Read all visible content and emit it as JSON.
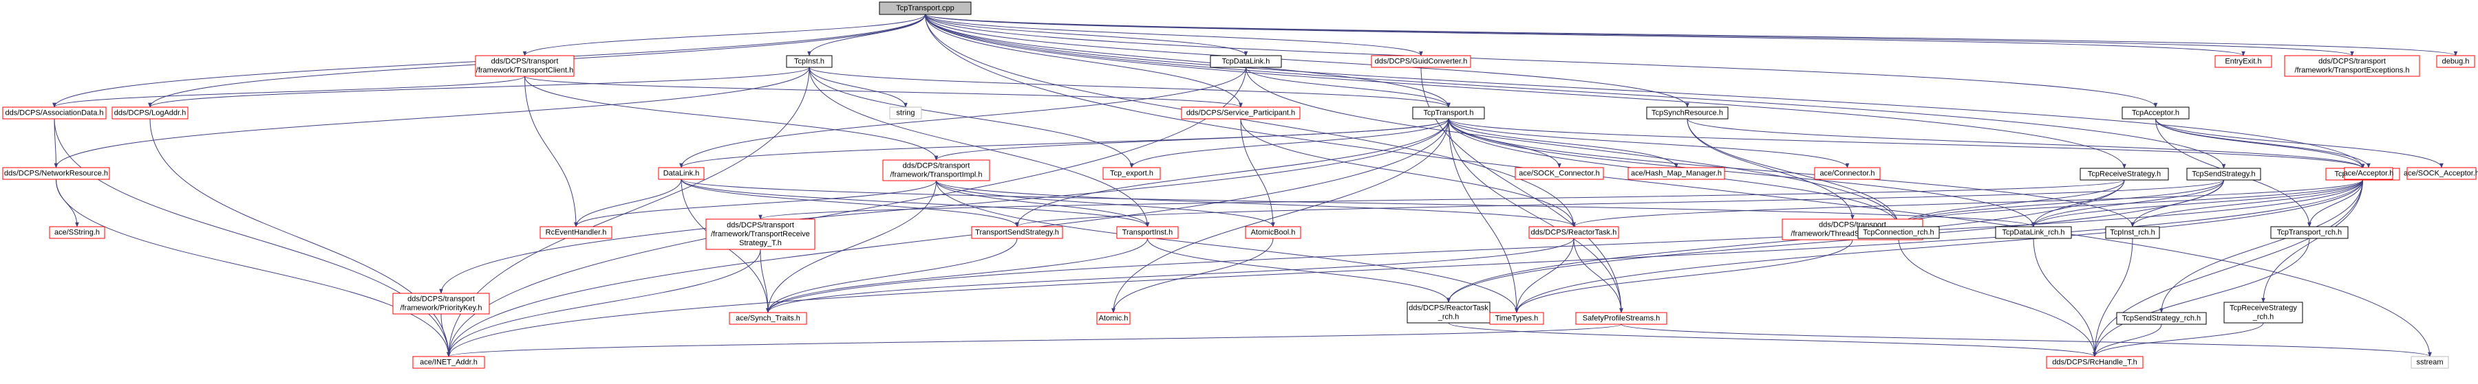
{
  "colors": {
    "edge": "#404080",
    "root_fill": "#bfbfbf",
    "node_fill": "#ffffff",
    "border_documented": "#000000",
    "border_undocumented": "#ff0000",
    "border_external": "#bfbfbf",
    "text": "#000000"
  },
  "nodes": [
    {
      "id": "root",
      "label": "TcpTransport.cpp",
      "kind": "root"
    },
    {
      "id": "tcpinst_h",
      "label": "TcpInst.h",
      "kind": "documented"
    },
    {
      "id": "transportclient_h",
      "label": "dds/DCPS/transport\n/framework/TransportClient.h",
      "kind": "undocumented"
    },
    {
      "id": "tcpdatalink_h",
      "label": "TcpDataLink.h",
      "kind": "documented"
    },
    {
      "id": "guidconverter_h",
      "label": "dds/DCPS/GuidConverter.h",
      "kind": "undocumented"
    },
    {
      "id": "tcpsynchresource_h",
      "label": "TcpSynchResource.h",
      "kind": "documented"
    },
    {
      "id": "tcpacceptor_h",
      "label": "TcpAcceptor.h",
      "kind": "documented"
    },
    {
      "id": "entryexit_h",
      "label": "EntryExit.h",
      "kind": "undocumented"
    },
    {
      "id": "transportexceptions_h",
      "label": "dds/DCPS/transport\n/framework/TransportExceptions.h",
      "kind": "undocumented"
    },
    {
      "id": "debug_h",
      "label": "debug.h",
      "kind": "undocumented"
    },
    {
      "id": "associationdata_h",
      "label": "dds/DCPS/AssociationData.h",
      "kind": "undocumented"
    },
    {
      "id": "logaddr_h",
      "label": "dds/DCPS/LogAddr.h",
      "kind": "undocumented"
    },
    {
      "id": "string",
      "label": "string",
      "kind": "external"
    },
    {
      "id": "service_participant_h",
      "label": "dds/DCPS/Service_Participant.h",
      "kind": "undocumented"
    },
    {
      "id": "tcptransport_h",
      "label": "TcpTransport.h",
      "kind": "documented"
    },
    {
      "id": "tcpreceivestrategy_h",
      "label": "TcpReceiveStrategy.h",
      "kind": "documented"
    },
    {
      "id": "tcpsendstrategy_h",
      "label": "TcpSendStrategy.h",
      "kind": "documented"
    },
    {
      "id": "tcpconnection_h",
      "label": "TcpConnection.h",
      "kind": "undocumented"
    },
    {
      "id": "networkresource_h",
      "label": "dds/DCPS/NetworkResource.h",
      "kind": "undocumented"
    },
    {
      "id": "datalink_h",
      "label": "DataLink.h",
      "kind": "undocumented"
    },
    {
      "id": "transportimpl_h",
      "label": "dds/DCPS/transport\n/framework/TransportImpl.h",
      "kind": "undocumented"
    },
    {
      "id": "tcp_export_h",
      "label": "Tcp_export.h",
      "kind": "undocumented"
    },
    {
      "id": "sock_connector_h",
      "label": "ace/SOCK_Connector.h",
      "kind": "undocumented"
    },
    {
      "id": "hash_map_manager_h",
      "label": "ace/Hash_Map_Manager.h",
      "kind": "undocumented"
    },
    {
      "id": "connector_h",
      "label": "ace/Connector.h",
      "kind": "undocumented"
    },
    {
      "id": "acceptor_h",
      "label": "ace/Acceptor.h",
      "kind": "undocumented"
    },
    {
      "id": "sock_acceptor_h",
      "label": "ace/SOCK_Acceptor.h",
      "kind": "undocumented"
    },
    {
      "id": "sstring_h",
      "label": "ace/SString.h",
      "kind": "undocumented"
    },
    {
      "id": "rceventhandler_h",
      "label": "RcEventHandler.h",
      "kind": "undocumented"
    },
    {
      "id": "transportreceivestrategy_t_h",
      "label": "dds/DCPS/transport\n/framework/TransportReceive\nStrategy_T.h",
      "kind": "undocumented"
    },
    {
      "id": "transportsendstrategy_h",
      "label": "TransportSendStrategy.h",
      "kind": "undocumented"
    },
    {
      "id": "transportinst_h",
      "label": "TransportInst.h",
      "kind": "undocumented"
    },
    {
      "id": "atomicbool_h",
      "label": "AtomicBool.h",
      "kind": "undocumented"
    },
    {
      "id": "reactortask_h",
      "label": "dds/DCPS/ReactorTask.h",
      "kind": "undocumented"
    },
    {
      "id": "threadsynchresource_h",
      "label": "dds/DCPS/transport\n/framework/ThreadSynchResource.h",
      "kind": "undocumented"
    },
    {
      "id": "tcpconnection_rch_h",
      "label": "TcpConnection_rch.h",
      "kind": "documented"
    },
    {
      "id": "tcpdatalink_rch_h",
      "label": "TcpDataLink_rch.h",
      "kind": "documented"
    },
    {
      "id": "tcpinst_rch_h",
      "label": "TcpInst_rch.h",
      "kind": "documented"
    },
    {
      "id": "tcptransport_rch_h",
      "label": "TcpTransport_rch.h",
      "kind": "documented"
    },
    {
      "id": "prioritykey_h",
      "label": "dds/DCPS/transport\n/framework/PriorityKey.h",
      "kind": "undocumented"
    },
    {
      "id": "synch_traits_h",
      "label": "ace/Synch_Traits.h",
      "kind": "undocumented"
    },
    {
      "id": "atomic_h",
      "label": "Atomic.h",
      "kind": "undocumented"
    },
    {
      "id": "reactortask_rch_h",
      "label": "dds/DCPS/ReactorTask\n_rch.h",
      "kind": "documented"
    },
    {
      "id": "timetypes_h",
      "label": "TimeTypes.h",
      "kind": "undocumented"
    },
    {
      "id": "safetyprofilestreams_h",
      "label": "SafetyProfileStreams.h",
      "kind": "undocumented"
    },
    {
      "id": "tcpsendstrategy_rch_h",
      "label": "TcpSendStrategy_rch.h",
      "kind": "documented"
    },
    {
      "id": "tcpreceivestrategy_rch_h",
      "label": "TcpReceiveStrategy\n_rch.h",
      "kind": "documented"
    },
    {
      "id": "inet_addr_h",
      "label": "ace/INET_Addr.h",
      "kind": "undocumented"
    },
    {
      "id": "rchandle_t_h",
      "label": "dds/DCPS/RcHandle_T.h",
      "kind": "undocumented"
    },
    {
      "id": "sstream",
      "label": "sstream",
      "kind": "external"
    }
  ],
  "edges": [
    [
      "root",
      "tcpinst_h"
    ],
    [
      "root",
      "transportclient_h"
    ],
    [
      "root",
      "tcpdatalink_h"
    ],
    [
      "root",
      "guidconverter_h"
    ],
    [
      "root",
      "tcpsynchresource_h"
    ],
    [
      "root",
      "tcpacceptor_h"
    ],
    [
      "root",
      "entryexit_h"
    ],
    [
      "root",
      "transportexceptions_h"
    ],
    [
      "root",
      "debug_h"
    ],
    [
      "root",
      "associationdata_h"
    ],
    [
      "root",
      "logaddr_h"
    ],
    [
      "root",
      "service_participant_h"
    ],
    [
      "root",
      "tcptransport_h"
    ],
    [
      "root",
      "tcpreceivestrategy_h"
    ],
    [
      "root",
      "tcpsendstrategy_h"
    ],
    [
      "root",
      "tcpconnection_h"
    ],
    [
      "root",
      "sstream"
    ],
    [
      "root",
      "reactortask_h"
    ],
    [
      "tcpinst_h",
      "logaddr_h"
    ],
    [
      "tcpinst_h",
      "string"
    ],
    [
      "tcpinst_h",
      "tcptransport_h"
    ],
    [
      "tcpinst_h",
      "networkresource_h"
    ],
    [
      "tcpinst_h",
      "tcp_export_h"
    ],
    [
      "tcpinst_h",
      "transportinst_h"
    ],
    [
      "tcpinst_h",
      "inet_addr_h"
    ],
    [
      "transportclient_h",
      "associationdata_h"
    ],
    [
      "transportclient_h",
      "service_participant_h"
    ],
    [
      "transportclient_h",
      "transportimpl_h"
    ],
    [
      "transportclient_h",
      "rceventhandler_h"
    ],
    [
      "tcpdatalink_h",
      "tcptransport_h"
    ],
    [
      "tcpdatalink_h",
      "datalink_h"
    ],
    [
      "tcpdatalink_h",
      "tcpconnection_rch_h"
    ],
    [
      "tcpdatalink_h",
      "inet_addr_h"
    ],
    [
      "guidconverter_h",
      "safetyprofilestreams_h"
    ],
    [
      "tcpsynchresource_h",
      "tcpconnection_h"
    ],
    [
      "tcpsynchresource_h",
      "threadsynchresource_h"
    ],
    [
      "tcpsynchresource_h",
      "tcpconnection_rch_h"
    ],
    [
      "tcpacceptor_h",
      "tcpconnection_h"
    ],
    [
      "tcpacceptor_h",
      "acceptor_h"
    ],
    [
      "tcpacceptor_h",
      "sock_acceptor_h"
    ],
    [
      "tcpacceptor_h",
      "tcptransport_rch_h"
    ],
    [
      "associationdata_h",
      "networkresource_h"
    ],
    [
      "associationdata_h",
      "inet_addr_h"
    ],
    [
      "logaddr_h",
      "inet_addr_h"
    ],
    [
      "service_participant_h",
      "reactortask_h"
    ],
    [
      "service_participant_h",
      "atomicbool_h"
    ],
    [
      "tcptransport_h",
      "tcp_export_h"
    ],
    [
      "tcptransport_h",
      "sock_connector_h"
    ],
    [
      "tcptransport_h",
      "hash_map_manager_h"
    ],
    [
      "tcptransport_h",
      "connector_h"
    ],
    [
      "tcptransport_h",
      "transportimpl_h"
    ],
    [
      "tcptransport_h",
      "datalink_h"
    ],
    [
      "tcptransport_h",
      "tcpconnection_h"
    ],
    [
      "tcptransport_h",
      "tcpconnection_rch_h"
    ],
    [
      "tcptransport_h",
      "tcpdatalink_rch_h"
    ],
    [
      "tcptransport_h",
      "tcpinst_rch_h"
    ],
    [
      "tcptransport_h",
      "prioritykey_h"
    ],
    [
      "tcptransport_h",
      "timetypes_h"
    ],
    [
      "tcptransport_h",
      "atomic_h"
    ],
    [
      "tcptransport_h",
      "inet_addr_h"
    ],
    [
      "tcptransport_h",
      "safetyprofilestreams_h"
    ],
    [
      "tcptransport_h",
      "transportsendstrategy_h"
    ],
    [
      "tcpreceivestrategy_h",
      "transportreceivestrategy_t_h"
    ],
    [
      "tcpreceivestrategy_h",
      "tcpconnection_rch_h"
    ],
    [
      "tcpreceivestrategy_h",
      "reactortask_rch_h"
    ],
    [
      "tcpreceivestrategy_h",
      "tcpdatalink_rch_h"
    ],
    [
      "tcpsendstrategy_h",
      "tcpconnection_rch_h"
    ],
    [
      "tcpsendstrategy_h",
      "tcpdatalink_rch_h"
    ],
    [
      "tcpsendstrategy_h",
      "tcpinst_rch_h"
    ],
    [
      "tcpsendstrategy_h",
      "reactortask_rch_h"
    ],
    [
      "tcpsendstrategy_h",
      "transportsendstrategy_h"
    ],
    [
      "tcpconnection_h",
      "tcpconnection_rch_h"
    ],
    [
      "tcpconnection_h",
      "tcpdatalink_rch_h"
    ],
    [
      "tcpconnection_h",
      "tcpinst_rch_h"
    ],
    [
      "tcpconnection_h",
      "tcptransport_rch_h"
    ],
    [
      "tcpconnection_h",
      "tcpsendstrategy_rch_h"
    ],
    [
      "tcpconnection_h",
      "tcpreceivestrategy_rch_h"
    ],
    [
      "tcpconnection_h",
      "reactortask_h"
    ],
    [
      "tcpconnection_h",
      "timetypes_h"
    ],
    [
      "tcpconnection_h",
      "inet_addr_h"
    ],
    [
      "tcpconnection_h",
      "rchandle_t_h"
    ],
    [
      "tcpconnection_h",
      "synch_traits_h"
    ],
    [
      "networkresource_h",
      "sstring_h"
    ],
    [
      "networkresource_h",
      "inet_addr_h"
    ],
    [
      "datalink_h",
      "rceventhandler_h"
    ],
    [
      "datalink_h",
      "transportsendstrategy_h"
    ],
    [
      "datalink_h",
      "transportinst_h"
    ],
    [
      "datalink_h",
      "synch_traits_h"
    ],
    [
      "datalink_h",
      "tcpdatalink_rch_h"
    ],
    [
      "transportimpl_h",
      "rceventhandler_h"
    ],
    [
      "transportimpl_h",
      "transportinst_h"
    ],
    [
      "transportimpl_h",
      "atomicbool_h"
    ],
    [
      "transportimpl_h",
      "reactortask_h"
    ],
    [
      "transportimpl_h",
      "timetypes_h"
    ],
    [
      "transportimpl_h",
      "synch_traits_h"
    ],
    [
      "transportreceivestrategy_t_h",
      "synch_traits_h"
    ],
    [
      "transportreceivestrategy_t_h",
      "inet_addr_h"
    ],
    [
      "transportsendstrategy_h",
      "synch_traits_h"
    ],
    [
      "transportinst_h",
      "synch_traits_h"
    ],
    [
      "transportinst_h",
      "reactortask_rch_h"
    ],
    [
      "atomicbool_h",
      "atomic_h"
    ],
    [
      "reactortask_h",
      "synch_traits_h"
    ],
    [
      "reactortask_h",
      "timetypes_h"
    ],
    [
      "reactortask_h",
      "safetyprofilestreams_h"
    ],
    [
      "threadsynchresource_h",
      "timetypes_h"
    ],
    [
      "tcpconnection_rch_h",
      "rchandle_t_h"
    ],
    [
      "tcpdatalink_rch_h",
      "rchandle_t_h"
    ],
    [
      "tcpinst_rch_h",
      "rchandle_t_h"
    ],
    [
      "tcptransport_rch_h",
      "rchandle_t_h"
    ],
    [
      "tcpsendstrategy_rch_h",
      "rchandle_t_h"
    ],
    [
      "tcpreceivestrategy_rch_h",
      "rchandle_t_h"
    ],
    [
      "reactortask_rch_h",
      "rchandle_t_h"
    ],
    [
      "prioritykey_h",
      "inet_addr_h"
    ],
    [
      "safetyprofilestreams_h",
      "inet_addr_h"
    ],
    [
      "safetyprofilestreams_h",
      "sstream"
    ]
  ]
}
